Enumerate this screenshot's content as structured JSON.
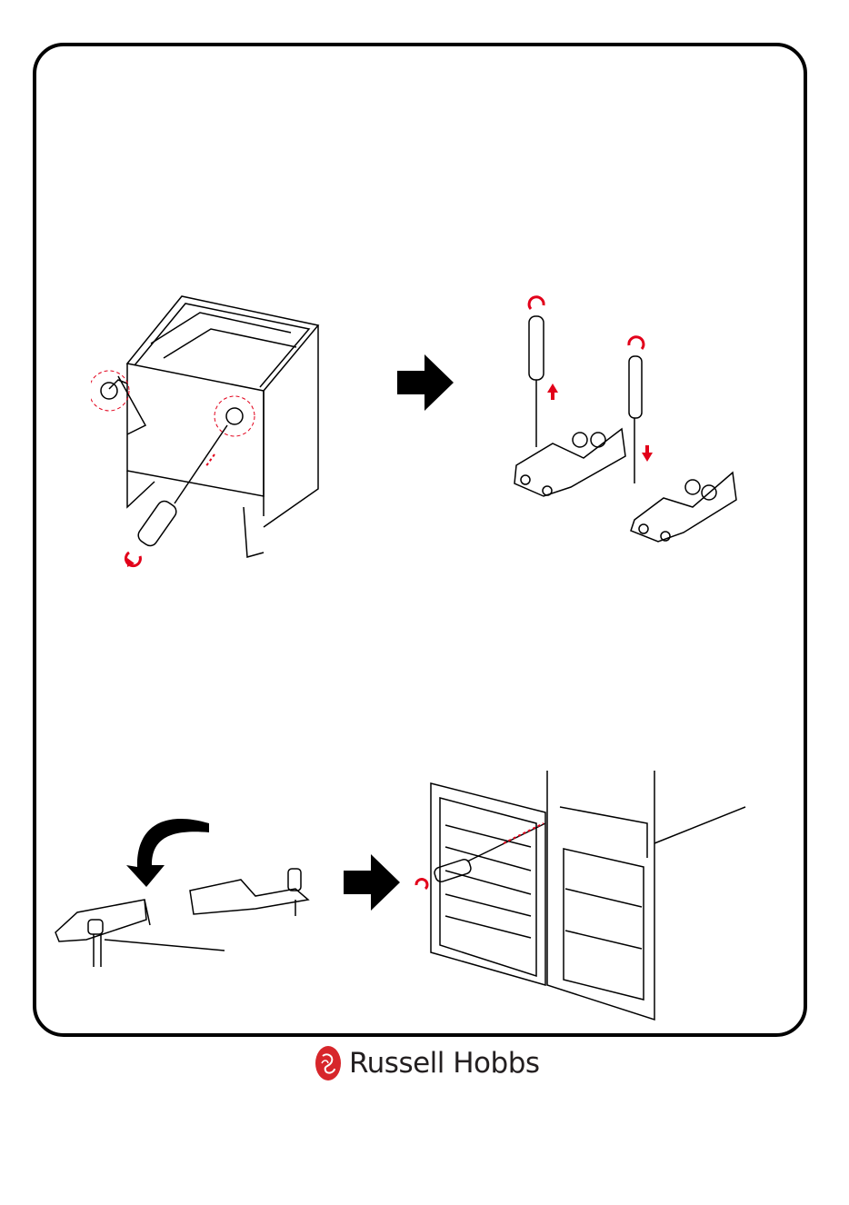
{
  "brand": {
    "name": "Russell Hobbs",
    "logo_color": "#d7262b"
  },
  "colors": {
    "line": "#000000",
    "arrow_red": "#e2001a",
    "frame": "#000000"
  },
  "illustrations": {
    "step1": "remove-lower-hinge-screws",
    "step2": "hinge-bracket-detached",
    "step3": "swap-hinge-pin",
    "step4": "refit-door-hinge"
  }
}
